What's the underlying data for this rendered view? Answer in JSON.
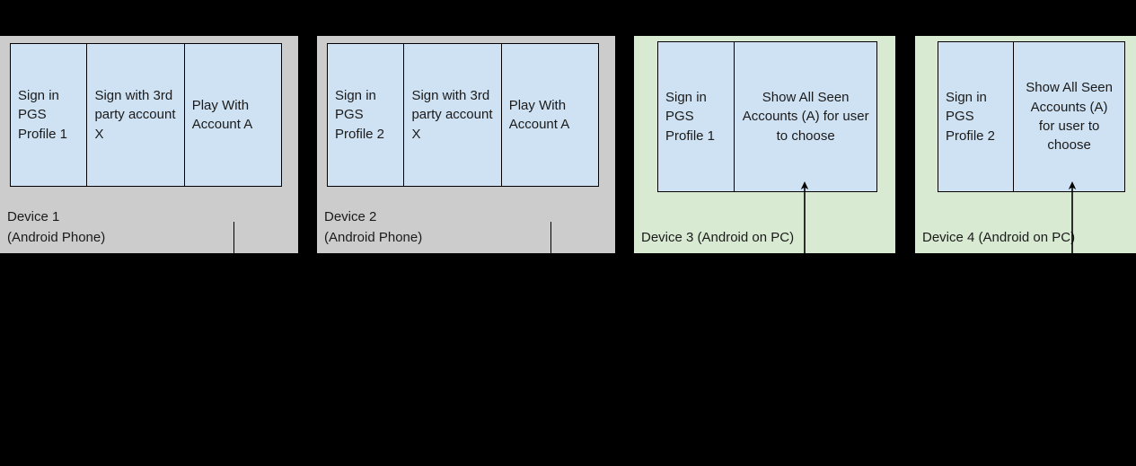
{
  "colors": {
    "background": "#000000",
    "phone_panel": "#cccccc",
    "pc_panel": "#d9ead3",
    "step_box": "#cfe2f3",
    "stroke": "#000000",
    "text": "#1a1a1a"
  },
  "panels": [
    {
      "id": "panel-1",
      "kind": "phone",
      "device_label": "Device 1\n(Android Phone)",
      "steps": [
        {
          "label": "Sign in PGS Profile 1",
          "align": "left"
        },
        {
          "label": "Sign with 3rd party account X",
          "align": "left"
        },
        {
          "label": "Play With Account A",
          "align": "left"
        }
      ],
      "arrow": null
    },
    {
      "id": "panel-2",
      "kind": "phone",
      "device_label": "Device 2\n(Android Phone)",
      "steps": [
        {
          "label": "Sign in PGS Profile 2",
          "align": "left"
        },
        {
          "label": "Sign with 3rd party account X",
          "align": "left"
        },
        {
          "label": "Play With Account A",
          "align": "left"
        }
      ],
      "arrow": null
    },
    {
      "id": "panel-3",
      "kind": "pc",
      "device_label": "Device 3 (Android on PC)",
      "steps": [
        {
          "label": "Sign in PGS Profile 1",
          "align": "left"
        },
        {
          "label": "Show All Seen Accounts (A) for user to choose",
          "align": "center"
        }
      ],
      "arrow": {
        "direction": "up",
        "target_step": 1
      }
    },
    {
      "id": "panel-4",
      "kind": "pc",
      "device_label": "Device 4 (Android on PC)",
      "steps": [
        {
          "label": "Sign in PGS Profile 2",
          "align": "left"
        },
        {
          "label": "Show All Seen Accounts (A) for user to choose",
          "align": "center"
        }
      ],
      "arrow": {
        "direction": "up",
        "target_step": 1
      }
    }
  ]
}
